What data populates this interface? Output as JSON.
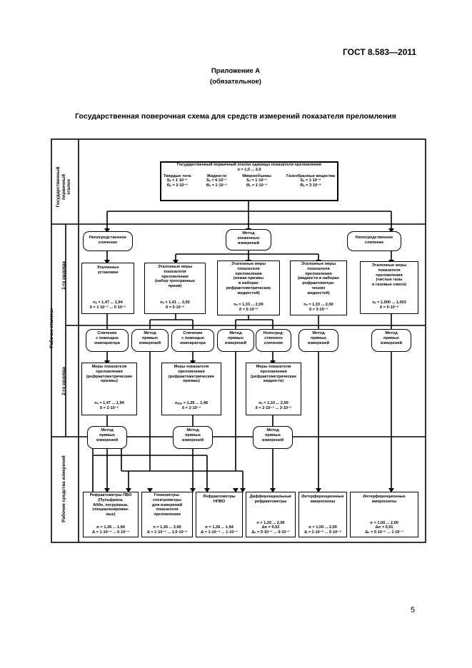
{
  "header": {
    "gost": "ГОСТ  8.583—2011"
  },
  "appendix": {
    "title": "Приложение А",
    "subtitle": "(обязательное)"
  },
  "scheme_title": "Государственная поверочная схема для средств измерений показателя преломления",
  "side": {
    "primary": "Государственный\nпервичный\nэталон",
    "working": "Рабочие эталоны",
    "rank1": "1-го разряда",
    "rank2": "2-го разряда",
    "instruments": "Рабочие средства измерений"
  },
  "primary_box": {
    "l1": "Государственный первичный эталон единицы показателя преломления",
    "l2": "n = 1,0 ... 3,0",
    "c1": [
      "Твердые тела",
      "Sₓ = 1·10⁻⁶",
      "Θₓ = 2·10⁻⁶"
    ],
    "c2": [
      "Жидкости",
      "Sₓ = 6·10⁻⁷",
      "Θₓ = 1·10⁻⁵"
    ],
    "c3": [
      "Микрообъемы",
      "Sₓ = 1·10⁻⁵",
      "Θₓ = 1·10⁻⁵"
    ],
    "c4": [
      "Газообразные вещества",
      "Sₓ = 1·10⁻⁸",
      "Θₓ = 3·10⁻⁸"
    ]
  },
  "methods": {
    "direct_left": [
      "Непосредственное",
      "сличение"
    ],
    "indirect": [
      "Метод",
      "косвенных",
      "измерений"
    ],
    "direct_right": [
      "Непосредственное",
      "сличение"
    ],
    "cmp_comparator1": [
      "Сличение",
      "с помощью",
      "компаратора"
    ],
    "direct_meas1": [
      "Метод",
      "прямых",
      "измерений"
    ],
    "cmp_comparator2": [
      "Сличение",
      "с помощью",
      "компаратора"
    ],
    "direct_meas2": [
      "Метод",
      "прямых",
      "измерений"
    ],
    "direct_cmp": [
      "Непосред-",
      "ственное",
      "сличение"
    ],
    "direct_meas3": [
      "Метод",
      "прямых",
      "измерений"
    ],
    "direct_meas4": [
      "Метод",
      "прямых",
      "измерений"
    ],
    "direct_meas5": [
      "Метод",
      "прямых",
      "измерений"
    ],
    "direct_meas6": [
      "Метод",
      "прямых",
      "измерений"
    ],
    "direct_meas7": [
      "Метод",
      "прямых",
      "измерений"
    ]
  },
  "rank1": [
    {
      "lines": [
        "Эталонные",
        "установки"
      ],
      "range": "nₓ = 1,47 ... 1,94",
      "delta": "δ = 1·10⁻⁵ ... 5·10⁻⁵"
    },
    {
      "lines": [
        "Эталонные меры",
        "показателя",
        "преломления",
        "(набор трехгранных",
        "призм)"
      ],
      "range": "nₓ = 1,41 ... 3,00",
      "delta": "δ = 5·10⁻⁶"
    },
    {
      "lines": [
        "Эталонные меры",
        "показателя",
        "преломления",
        "(ножки призмы",
        "в наборах",
        "рефрактометрических",
        "жидкостей)"
      ],
      "range": "nₓ = 1,33 ... 2,00",
      "delta": "δ = 5·10⁻⁶"
    },
    {
      "lines": [
        "Эталонные меры",
        "показателя",
        "преломления",
        "(жидкости в наборах",
        "рефрактометри-",
        "ческих",
        "жидкостей)"
      ],
      "range": "nₓ = 1,33 ... 2,00",
      "delta": "δ = 3·10⁻⁵"
    },
    {
      "lines": [
        "Эталонные меры",
        "показателя",
        "преломления",
        "(чистые газы",
        "и газовые смеси)"
      ],
      "range": "nₓ = 1,000 ... 1,003",
      "delta": "δ = 5·10⁻⁸"
    }
  ],
  "rank2": [
    {
      "lines": [
        "Меры показателя",
        "преломления",
        "(рефрактометрические",
        "призмы)"
      ],
      "range": "nₓ = 1,47 ... 1,94",
      "delta": "δ = 2·10⁻⁵"
    },
    {
      "lines": [
        "Меры показателя",
        "преломления",
        "(рефрактометрические",
        "призмы)"
      ],
      "range": "nₑₚₚ = 1,26 ... 1,46",
      "delta": "δ = 2·10⁻⁵"
    },
    {
      "lines": [
        "Меры показателя",
        "преломления",
        "(рефрактометрические",
        "жидкости)"
      ],
      "range": "nₓ = 1,33 ... 2,00",
      "delta": "δ = 2·10⁻⁵ ... 3·10⁻⁵"
    }
  ],
  "instruments": [
    {
      "lines": [
        "Рефрактометры ПВО",
        "(Пульфриха,",
        "Аббе, погружные,",
        "специализирован-",
        "ные)"
      ],
      "range": "σ = 1,26 ... 1,94",
      "delta": "Δ = 1·10⁻⁴ ... 5·10⁻⁶"
    },
    {
      "lines": [
        "Гониометры-",
        "спектрометры",
        "для измерений",
        "показателя",
        "преломления"
      ],
      "range": "n = 1,30 ... 3,00",
      "delta": "Δ = 1·10⁻⁵ ... 1,5·10⁻⁶"
    },
    {
      "lines": [
        "Рефрактометры",
        "НПВО"
      ],
      "range": "σ = 1,26 ... 1,94",
      "delta": "Δ = 1·10⁻⁴ ... 1·10⁻⁵"
    },
    {
      "lines": [
        "Дифференциальные",
        "рефрактометры"
      ],
      "range": "n = 1,20 ... 2,00",
      "extra": "Δn = 0,02",
      "delta": "Δₙ = 5·10⁻⁶ ... 6·10⁻⁷"
    },
    {
      "lines": [
        "Интерференционные",
        "микроскопы"
      ],
      "range": "σ = 1,00 ... 2,00",
      "delta": "Δ = 1·10⁻⁶ ... 5·10⁻⁸"
    },
    {
      "lines": [
        "Интерференционные",
        "микроскопы"
      ],
      "range": "σ = 1,00 ... 2,00",
      "extra": "Δσ = 0,01",
      "delta": "Δₙ = 5·10⁻⁶ ... 1·10⁻⁷"
    }
  ],
  "page_number": "5"
}
